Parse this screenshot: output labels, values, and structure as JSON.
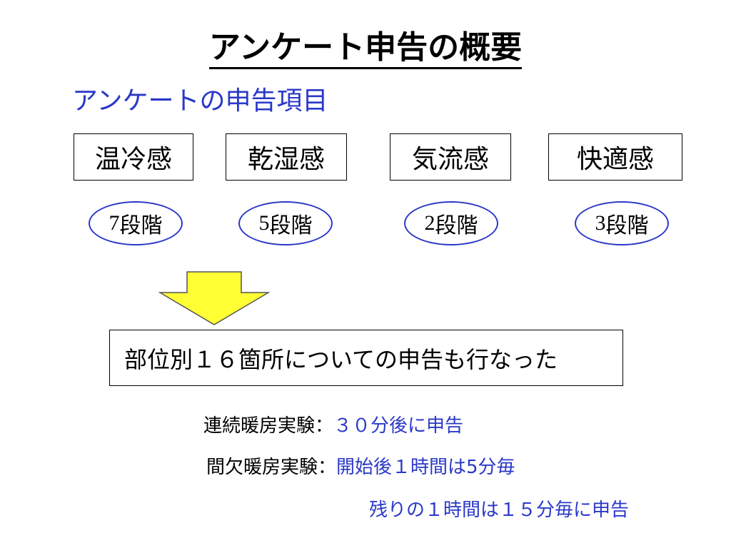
{
  "title": "アンケート申告の概要",
  "subtitle": "アンケートの申告項目",
  "items": [
    {
      "label": "温冷感",
      "level_num": "7",
      "level_suffix": "段階"
    },
    {
      "label": "乾湿感",
      "level_num": "5",
      "level_suffix": "段階"
    },
    {
      "label": "気流感",
      "level_num": "2",
      "level_suffix": "段階"
    },
    {
      "label": "快適感",
      "level_num": "3",
      "level_suffix": "段階"
    }
  ],
  "arrow_color": "#ffff33",
  "result": "部位別１６箇所についての申告も行なった",
  "continuous": {
    "label": "連続暖房実験：",
    "value": "３０分後に申告"
  },
  "intermittent": {
    "label": "間欠暖房実験：",
    "value": "開始後１時間は5分毎"
  },
  "intermittent_cont": "残りの１時間は１５分毎に申告",
  "colors": {
    "accent_blue": "#2a38c8",
    "arrow_fill": "#ffff33"
  }
}
